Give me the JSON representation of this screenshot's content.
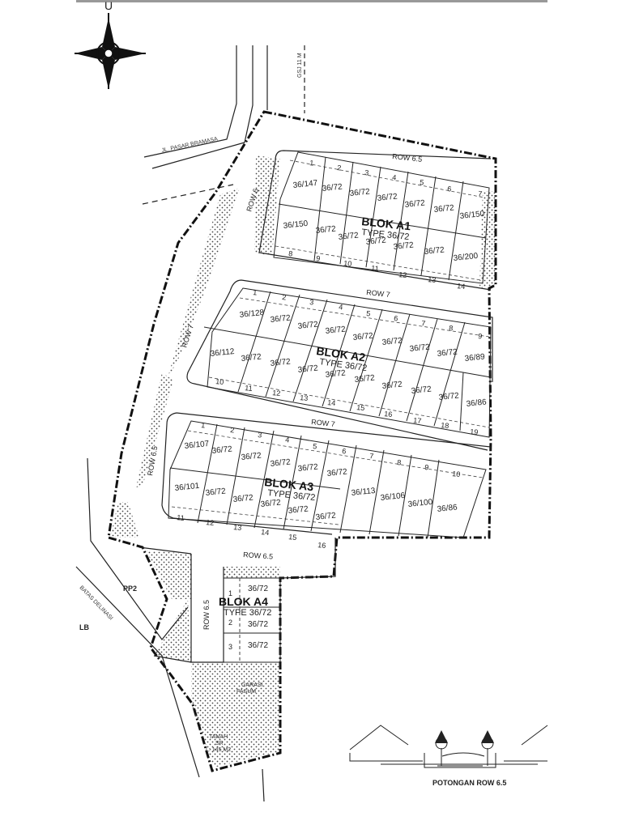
{
  "labels": {
    "compass_letter": "U",
    "road_pasar": "JL. PASAR BRAMASA",
    "road_gsj": "GSJ 11 M",
    "pp2": "PP2",
    "lb": "LB",
    "batas": "BATAS DELINASI",
    "garasi_1": "GARASI",
    "garasi_2": "FASUM",
    "tanah_1": "TANAH",
    "tanah_2": "SR",
    "tanah_3": "L: 145 M2",
    "section_title": "POTONGAN ROW 6.5"
  },
  "rows": {
    "r_a1_top": "ROW 6.5",
    "r_left_top": "ROW 6",
    "r_a1a2": "ROW 7",
    "r_left_mid": "ROW 7",
    "r_a2a3": "ROW 7",
    "r_left_low": "ROW 6.5",
    "r_a3_bottom": "ROW 6.5",
    "r_a4_left": "ROW 6.5"
  },
  "blocks": {
    "a1": {
      "name": "BLOK A1",
      "type": "TYPE 36/72"
    },
    "a2": {
      "name": "BLOK A2",
      "type": "TYPE 36/72"
    },
    "a3": {
      "name": "BLOK A3",
      "type": "TYPE 36/72"
    },
    "a4": {
      "name": "BLOK A4",
      "type": "TYPE 36/72"
    }
  },
  "lots": {
    "a1_top": [
      "36/147",
      "36/72",
      "36/72",
      "36/72",
      "36/72",
      "36/72",
      "36/150"
    ],
    "a1_top_nums": [
      "1",
      "2",
      "3",
      "4",
      "5",
      "6",
      "7"
    ],
    "a1_bot": [
      "36/150",
      "36/72",
      "36/72",
      "36/72",
      "36/72",
      "36/72",
      "36/200"
    ],
    "a1_bot_nums": [
      "8",
      "9",
      "10",
      "11",
      "12",
      "13",
      "14"
    ],
    "a2_top": [
      "36/128",
      "36/72",
      "36/72",
      "36/72",
      "36/72",
      "36/72",
      "36/72",
      "36/72",
      "36/89"
    ],
    "a2_top_nums": [
      "1",
      "2",
      "3",
      "4",
      "5",
      "6",
      "7",
      "8",
      "9"
    ],
    "a2_bot": [
      "36/112",
      "36/72",
      "36/72",
      "36/72",
      "36/72",
      "36/72",
      "36/72",
      "36/72",
      "36/72",
      "36/86"
    ],
    "a2_bot_nums": [
      "10",
      "11",
      "12",
      "13",
      "14",
      "15",
      "16",
      "17",
      "18",
      "19"
    ],
    "a3_top": [
      "36/107",
      "36/72",
      "36/72",
      "36/72",
      "36/72",
      "36/72",
      "36/113",
      "36/106",
      "36/100",
      "36/86"
    ],
    "a3_top_nums": [
      "1",
      "2",
      "3",
      "4",
      "5",
      "6",
      "7",
      "8",
      "9",
      "10"
    ],
    "a3_bot": [
      "36/101",
      "36/72",
      "36/72",
      "36/72",
      "36/72",
      "36/72"
    ],
    "a3_bot_nums": [
      "11",
      "12",
      "13",
      "14",
      "15",
      "16"
    ],
    "a4": [
      "36/72",
      "36/72",
      "36/72"
    ],
    "a4_nums": [
      "1",
      "2",
      "3"
    ]
  }
}
